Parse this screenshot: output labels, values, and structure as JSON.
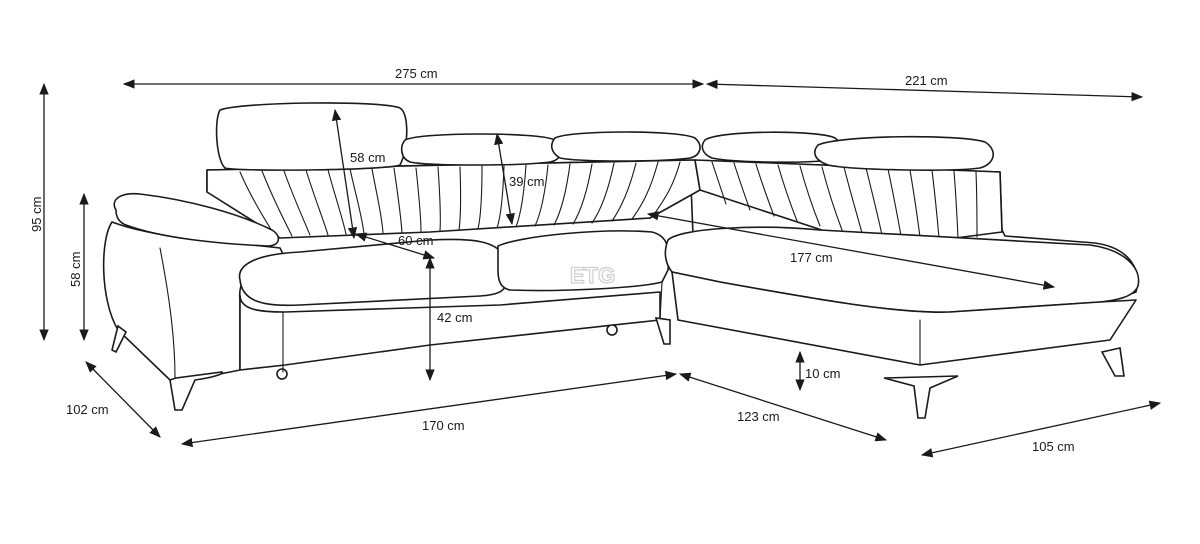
{
  "diagram": {
    "subject": "corner-sofa-dimensions",
    "watermark": "ETG",
    "dimensions": {
      "total_width": "275 cm",
      "chaise_width": "221 cm",
      "total_height": "95 cm",
      "armrest_height": "58 cm",
      "depth": "102 cm",
      "front_length": "170 cm",
      "corner_length": "123 cm",
      "chaise_depth": "105 cm",
      "headrest_height": "58 cm",
      "backrest_height": "39 cm",
      "seat_depth": "60 cm",
      "seat_height": "42 cm",
      "chaise_length": "177 cm",
      "leg_clearance": "10 cm"
    }
  }
}
